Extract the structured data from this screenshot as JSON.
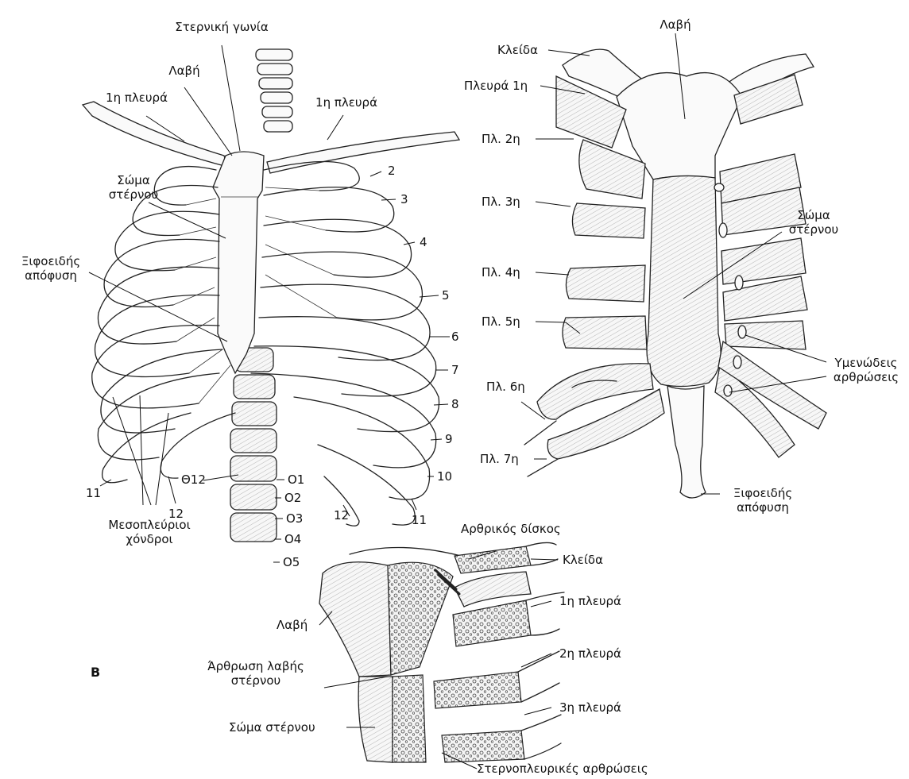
{
  "panel_a": {
    "labels": {
      "sternal_angle": "Στερνική γωνία",
      "manubrium": "Λαβή",
      "rib1_left": "1η πλευρά",
      "rib1_right": "1η πλευρά",
      "body_sternum": "Σώμα\nστέρνου",
      "xiphoid": "Ξιφοειδής\nαπόφυση",
      "interchondral": "Μεσοπλεύριοι\nχόνδροι",
      "t12": "Θ12",
      "rib11_left": "11",
      "rib12_left": "12",
      "rib12_right": "12",
      "rib11_right": "11"
    },
    "rib_numbers": [
      "2",
      "3",
      "4",
      "5",
      "6",
      "7",
      "8",
      "9",
      "10"
    ],
    "lumbar": [
      "Ο1",
      "Ο2",
      "Ο3",
      "Ο4",
      "Ο5"
    ]
  },
  "panel_right": {
    "labels": {
      "clavicle": "Κλείδα",
      "manubrium": "Λαβή",
      "rib1": "Πλευρά 1η",
      "rib2": "Πλ. 2η",
      "rib3": "Πλ. 3η",
      "body_sternum": "Σώμα\nστέρνου",
      "rib4": "Πλ. 4η",
      "rib5": "Πλ. 5η",
      "synovial": "Υμενώδεις\nαρθρώσεις",
      "rib6": "Πλ. 6η",
      "rib7": "Πλ. 7η",
      "xiphoid": "Ξιφοειδής\nαπόφυση"
    }
  },
  "panel_b": {
    "letter": "B",
    "labels": {
      "articular_disc": "Αρθρικός δίσκος",
      "clavicle": "Κλείδα",
      "rib1": "1η πλευρά",
      "manubrium": "Λαβή",
      "rib2": "2η πλευρά",
      "manubriosternal": "Άρθρωση λαβής\nστέρνου",
      "rib3": "3η πλευρά",
      "body_sternum": "Σώμα στέρνου",
      "sternocostal": "Στερνοπλευρικές αρθρώσεις"
    }
  }
}
